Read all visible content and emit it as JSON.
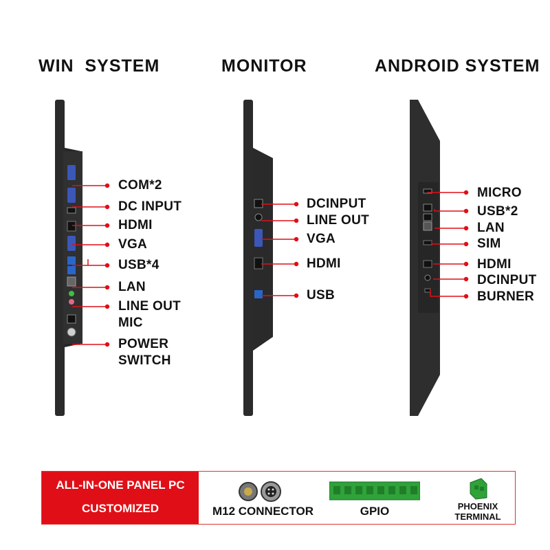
{
  "headings": {
    "win": "WIN  SYSTEM",
    "monitor": "MONITOR",
    "android": "ANDROID SYSTEM"
  },
  "win": {
    "com": "COM*2",
    "dc_input": "DC INPUT",
    "hdmi": "HDMI",
    "vga": "VGA",
    "usb": "USB*4",
    "lan": "LAN",
    "line_out": "LINE OUT",
    "mic": "MIC",
    "power": "POWER",
    "switch": "SWITCH"
  },
  "monitor": {
    "dcinput": "DCINPUT",
    "line_out": "LINE OUT",
    "vga": "VGA",
    "hdmi": "HDMI",
    "usb": "USB"
  },
  "android": {
    "micro": "MICRO",
    "usb": "USB*2",
    "lan": "LAN",
    "sim": "SIM",
    "hdmi": "HDMI",
    "dcinput": "DCINPUT",
    "burner": "BURNER"
  },
  "banner": {
    "line1": "ALL-IN-ONE PANEL PC",
    "line2": "CUSTOMIZED",
    "m12": "M12 CONNECTOR",
    "gpio": "GPIO",
    "phoenix_line1": "PHOENIX",
    "phoenix_line2": "TERMINAL"
  },
  "colors": {
    "accent_red": "#e00f17",
    "device_body": "#2b2b2b",
    "gpio_green": "#2fa23a"
  }
}
